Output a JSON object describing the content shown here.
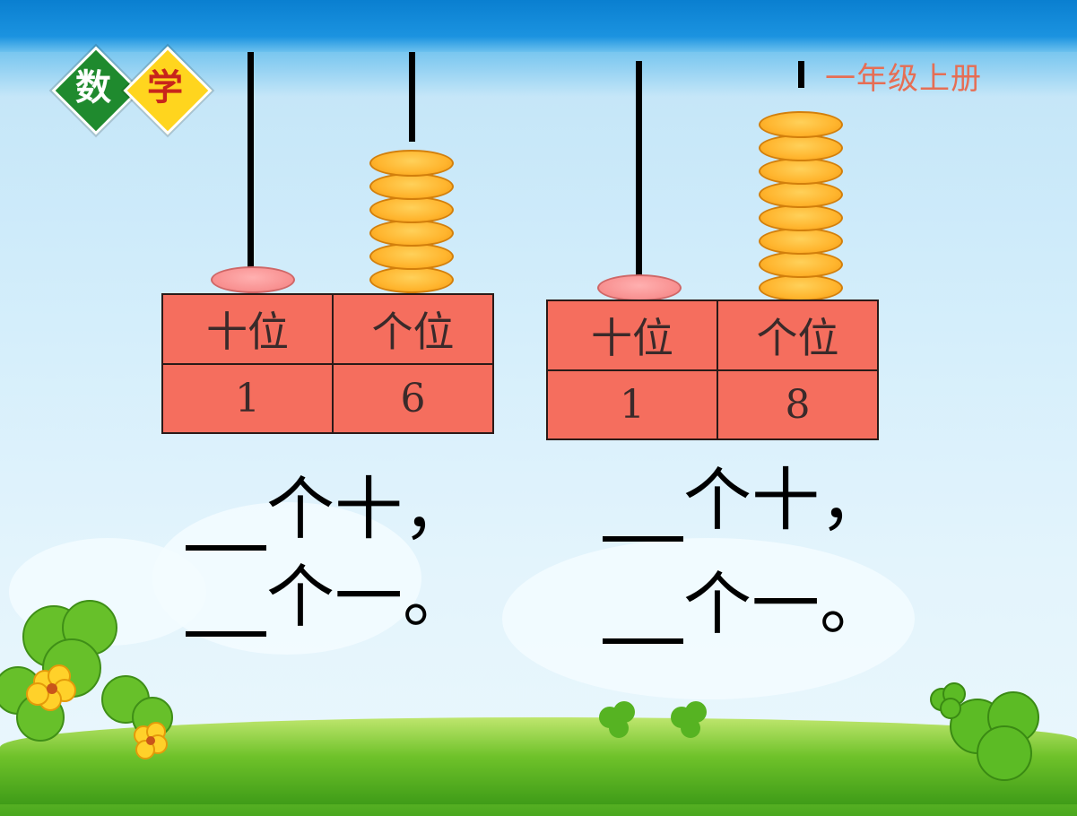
{
  "header": {
    "logo_char_1": "数",
    "logo_char_2": "学",
    "grade_label": "一年级上册",
    "band_color": "#0a7fd0"
  },
  "abacus_left": {
    "tens_beads": 1,
    "ones_beads": 6,
    "table": {
      "tens_header": "十位",
      "ones_header": "个位",
      "tens_value": "1",
      "ones_value": "6"
    },
    "prompt": {
      "line1": "个十，",
      "line2": "个一。"
    }
  },
  "abacus_right": {
    "tens_beads": 1,
    "ones_beads": 8,
    "table": {
      "tens_header": "十位",
      "ones_header": "个位",
      "tens_value": "1",
      "ones_value": "8"
    },
    "prompt": {
      "line1": "个十，",
      "line2": "个一。"
    }
  },
  "colors": {
    "bead": "#ffb52e",
    "tens_bead": "#f88f8f",
    "table_fill": "#f56e5e"
  }
}
